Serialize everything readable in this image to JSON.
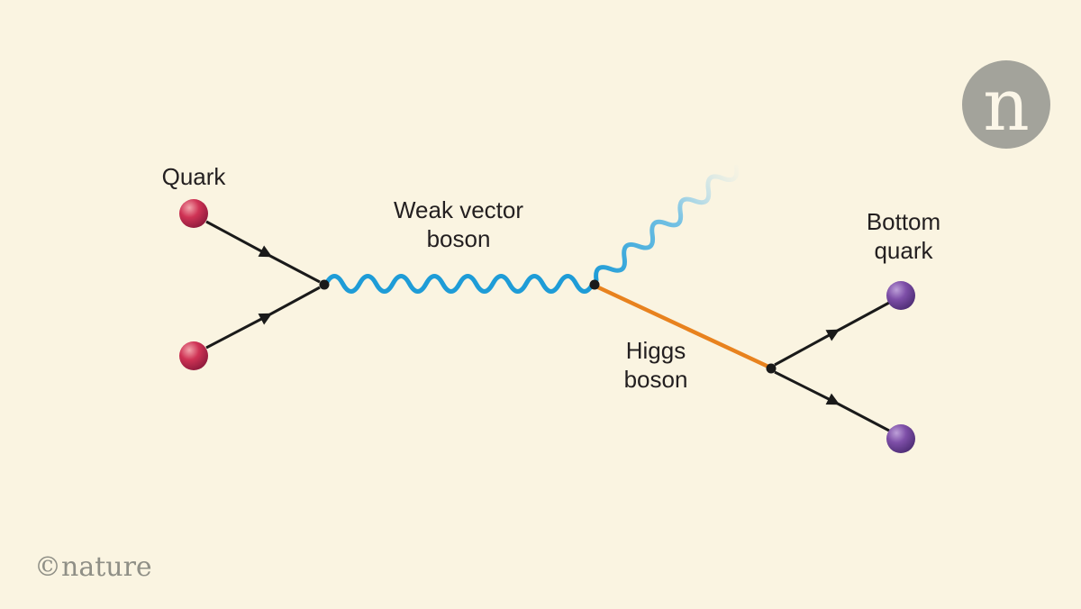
{
  "branding": {
    "logo_letter": "n",
    "copyright": "©nature"
  },
  "labels": {
    "quark": "Quark",
    "weak_vector_boson": [
      "Weak vector",
      "boson"
    ],
    "higgs_boson": [
      "Higgs",
      "boson"
    ],
    "bottom_quark": [
      "Bottom",
      "quark"
    ]
  },
  "colors": {
    "background": "#faf4e1",
    "boson_blue": "#1e9cd7",
    "higgs_orange": "#e8821e",
    "quark_red": "#c93352",
    "bottom_quark_purple": "#7a4da6",
    "line_black": "#1a1a1a",
    "logo_gray": "#a3a39b",
    "copyright_gray": "#8f8f86"
  }
}
